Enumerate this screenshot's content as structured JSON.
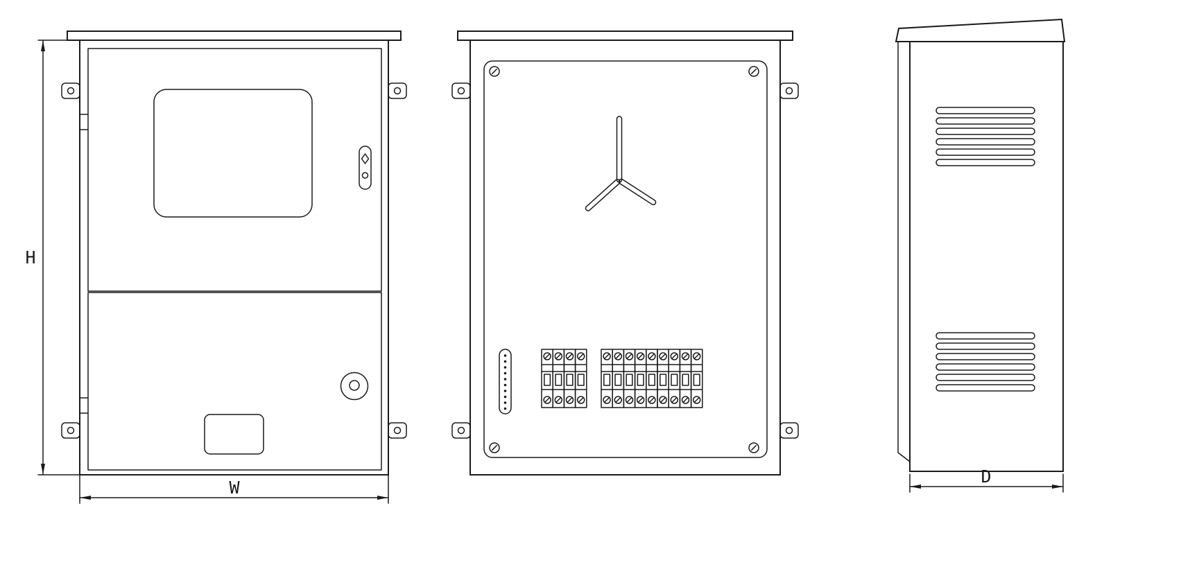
{
  "dimensions": {
    "height_label": "H",
    "width_label": "W",
    "depth_label": "D"
  },
  "internal": {
    "breaker_groups": [
      {
        "poles": 4
      },
      {
        "poles": 9
      }
    ],
    "terminal_strip_dots": 10,
    "panel_corner_screws": 4
  },
  "side": {
    "louver_groups": [
      {
        "slats": 6
      },
      {
        "slats": 6
      }
    ]
  }
}
